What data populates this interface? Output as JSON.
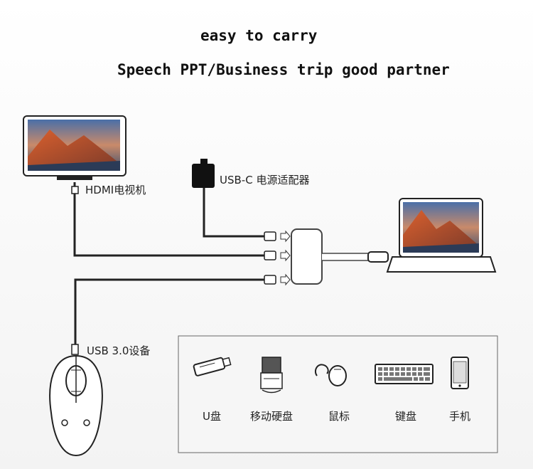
{
  "headline": "easy to carry",
  "subheadline": "Speech PPT/Business trip good partner",
  "labels": {
    "hdmi": "HDMI电视机",
    "usbc_power": "USB-C 电源适配器",
    "usb3": "USB 3.0设备"
  },
  "devices": [
    {
      "icon": "usb-drive-icon",
      "label": "U盘"
    },
    {
      "icon": "hard-drive-icon",
      "label": "移动硬盘"
    },
    {
      "icon": "mouse-icon",
      "label": "鼠标"
    },
    {
      "icon": "keyboard-icon",
      "label": "键盘"
    },
    {
      "icon": "phone-icon",
      "label": "手机"
    }
  ]
}
